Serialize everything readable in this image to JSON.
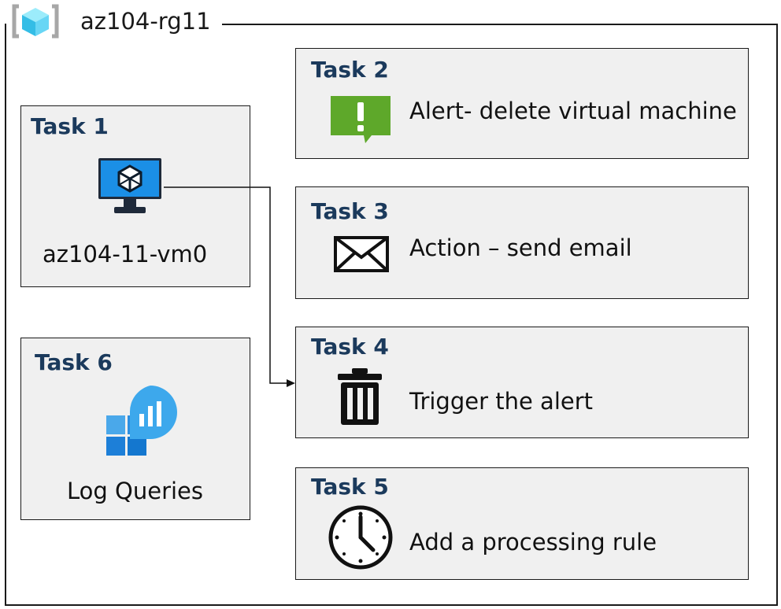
{
  "resource_group": {
    "name": "az104-rg11",
    "icon": "resource-group-icon"
  },
  "tasks": [
    {
      "title": "Task 1",
      "label": "az104-11-vm0",
      "icon": "virtual-machine-icon"
    },
    {
      "title": "Task 2",
      "label": "Alert- delete virtual machine",
      "icon": "alert-icon",
      "icon_color": "#5ea82a"
    },
    {
      "title": "Task 3",
      "label": "Action – send email",
      "icon": "envelope-icon"
    },
    {
      "title": "Task 4",
      "label": "Trigger the alert",
      "icon": "trash-icon"
    },
    {
      "title": "Task 5",
      "label": "Add a processing rule",
      "icon": "clock-icon"
    },
    {
      "title": "Task 6",
      "label": "Log Queries",
      "icon": "log-analytics-icon",
      "icon_color": "#1f8fd6"
    }
  ],
  "colors": {
    "task_title": "#1b3a5c",
    "task_background": "#f0f0f0",
    "border": "#1a1a1a"
  }
}
